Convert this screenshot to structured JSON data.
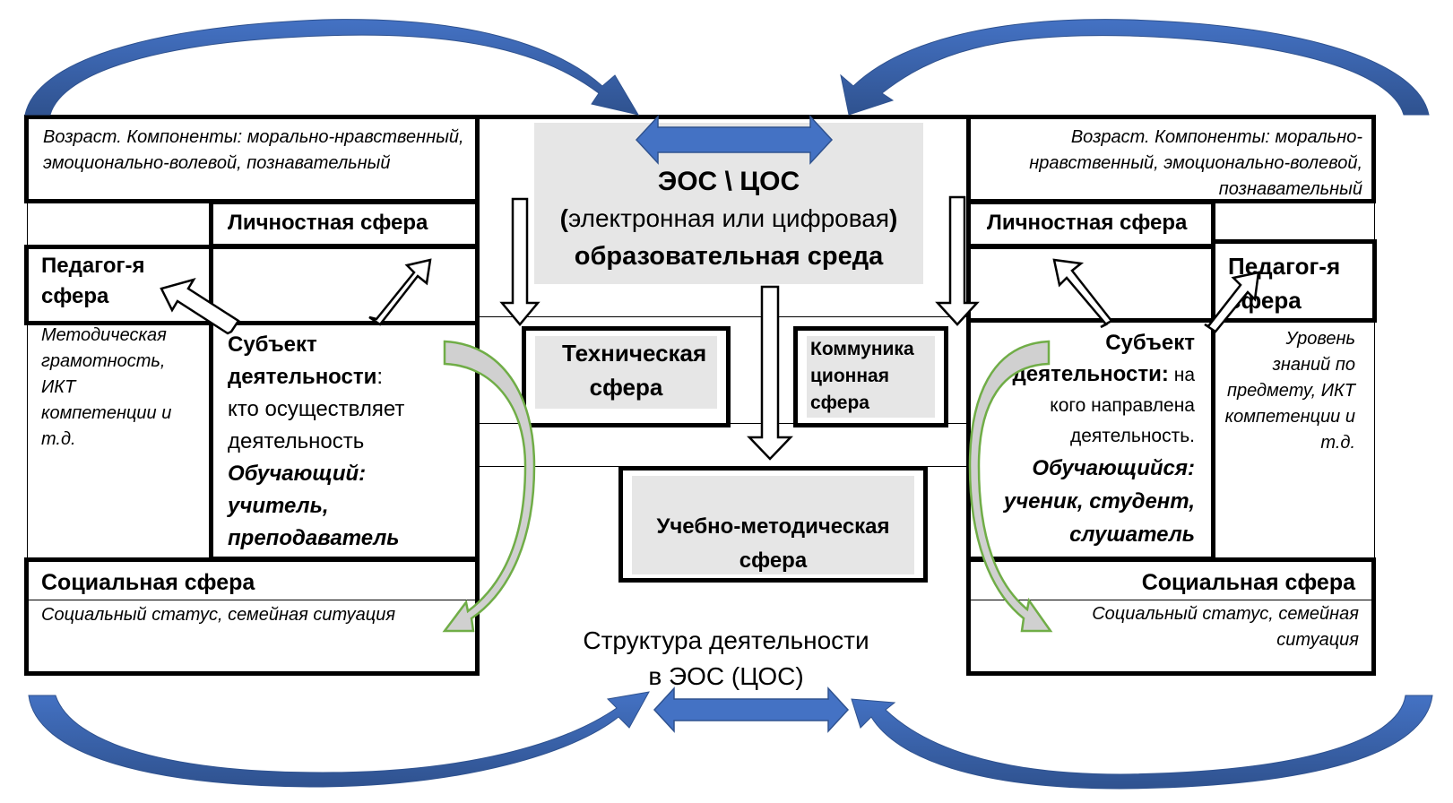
{
  "center": {
    "title": "ЭОС \\ ЦОС",
    "subtitle_open": "(",
    "subtitle": "электронная или цифровая",
    "subtitle_close": ")",
    "title2": "образовательная среда",
    "technical": "Техническая сфера",
    "communication_l1": "Коммуника",
    "communication_l2": "ционная",
    "communication_l3": "сфера",
    "methodical_l1": "Учебно-методическая",
    "methodical_l2": "сфера",
    "caption_l1": "Структура деятельности",
    "caption_l2": "в ЭОС (ЦОС)"
  },
  "left": {
    "age_text": "Возраст. Компоненты: морально-нравственный, эмоционально-волевой, познавательный",
    "personal": "Личностная сфера",
    "pedagogical_l1": "Педагог-я",
    "pedagogical_l2": "сфера",
    "pedagogical_desc": "Методическая грамотность, ИКТ компетенции и т.д.",
    "subject_bold": "Субъект деятельности",
    "subject_colon": ":",
    "subject_text": "кто осуществляет деятельность",
    "subject_role": "Обучающий: учитель, преподаватель",
    "social": "Социальная сфера",
    "social_desc": "Социальный статус, семейная ситуация"
  },
  "right": {
    "age_text": "Возраст. Компоненты: морально-нравственный, эмоционально-волевой, познавательный",
    "personal": "Личностная сфера",
    "pedagogical_l1": "Педагог-я",
    "pedagogical_l2": "сфера",
    "pedagogical_desc": "Уровень знаний по предмету, ИКТ компетенции и т.д.",
    "subject_bold": "Субъект деятельности",
    "subject_colon": ":",
    "subject_text": "на кого направлена деятельность.",
    "subject_role": "Обучающийся: ученик, студент, слушатель",
    "social": "Социальная сфера",
    "social_desc": "Социальный статус, семейная ситуация"
  },
  "colors": {
    "blue_arrow": "#4472c4",
    "blue_arrow_dark": "#2f528f",
    "green_arrow": "#70ad47",
    "gray_fill": "#e6e6e6",
    "green_fill": "#d0d0d0"
  }
}
